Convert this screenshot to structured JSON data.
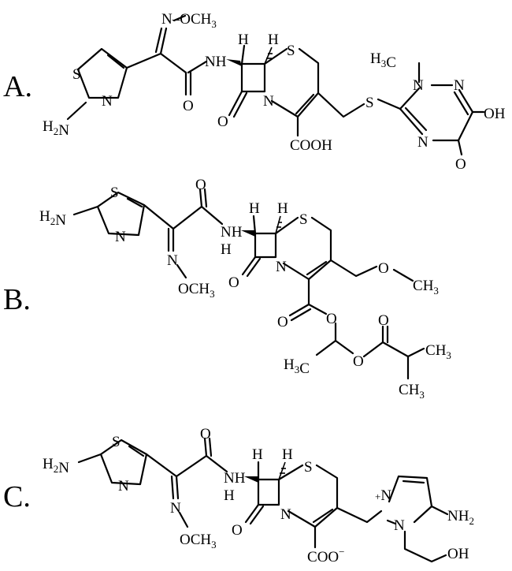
{
  "panels": [
    {
      "letter": "A.",
      "labels": {
        "och3": "N–OCH3",
        "nh": "NH",
        "s_ring": "S",
        "n_ring": "N",
        "h2n": "H2N",
        "o_amide": "O",
        "h1": "H",
        "h2": "H",
        "s_ceph": "S",
        "n_ceph": "N",
        "o_lactam": "O",
        "cooh": "COOH",
        "s_link": "S",
        "h3c": "H3C",
        "n_me": "N",
        "n_top": "N",
        "n_left": "N",
        "oh": "OH",
        "o_bottom": "O"
      }
    },
    {
      "letter": "B.",
      "labels": {
        "s_ring": "S",
        "h2n": "H2N",
        "n_ring": "N",
        "o_amide": "O",
        "nh": "NH",
        "nh_h": "H",
        "h1": "H",
        "h2": "H",
        "s_ceph": "S",
        "n_imine": "N",
        "och3": "OCH3",
        "o_lactam": "O",
        "n_ceph": "N",
        "o_ether": "O",
        "ch3": "CH3",
        "o_ester_dbl": "O",
        "o_ester": "O",
        "o_acyl": "O",
        "h3c": "H3C",
        "o_ester2": "O",
        "ch3_top": "CH3",
        "ch3_bottom": "CH3"
      }
    },
    {
      "letter": "C.",
      "labels": {
        "s_ring": "S",
        "h2n": "H2N",
        "n_ring": "N",
        "o_amide": "O",
        "nh": "NH",
        "nh_h": "H",
        "h1": "H",
        "h2": "H",
        "s_ceph": "S",
        "n_imine": "N",
        "och3": "OCH3",
        "o_lactam": "O",
        "n_ceph": "N",
        "coo": "COO−",
        "n_plus": "+N",
        "n_pyr": "N",
        "nh2": "NH2",
        "oh": "OH"
      }
    }
  ],
  "colors": {
    "ink": "#000000",
    "background": "#ffffff"
  }
}
